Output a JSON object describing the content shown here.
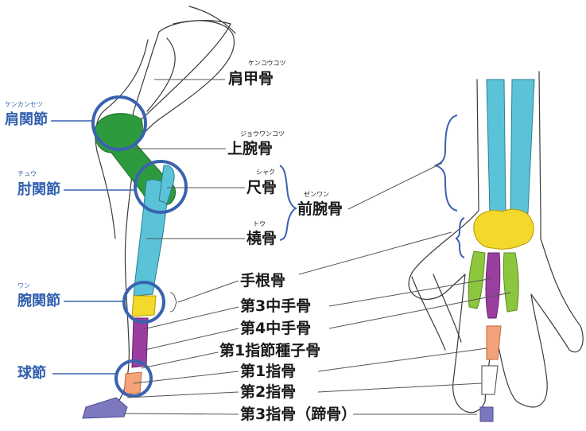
{
  "labels": {
    "scapula": {
      "text": "肩甲骨",
      "ruby": "ケンコウコツ"
    },
    "humerus": {
      "text": "上腕骨",
      "ruby": "ジョウワンコツ"
    },
    "ulna": {
      "text": "尺骨",
      "ruby": "シャク"
    },
    "radius": {
      "text": "橈骨",
      "ruby": "トウ"
    },
    "forearm": {
      "text": "前腕骨",
      "ruby": "ゼンワン"
    },
    "carpal": {
      "text": "手根骨"
    },
    "metacarpal3": {
      "text": "第3中手骨"
    },
    "metacarpal4": {
      "text": "第4中手骨"
    },
    "sesamoid": {
      "text": "第1指節種子骨"
    },
    "phalanx1": {
      "text": "第1指骨"
    },
    "phalanx2": {
      "text": "第2指骨"
    },
    "phalanx3": {
      "text": "第3指骨（蹄骨）"
    }
  },
  "joints": {
    "shoulder": {
      "text": "肩関節",
      "ruby": "ケンカンセツ"
    },
    "elbow": {
      "text": "肘関節",
      "ruby": "チュウ"
    },
    "carpus": {
      "text": "腕関節",
      "ruby": "ワン"
    },
    "fetlock": {
      "text": "球節"
    }
  },
  "colors": {
    "scapula_outline": "#444444",
    "humerus": "#2e9a3e",
    "radius_ulna": "#5bc3d8",
    "carpal": "#f2d92c",
    "metacarpal3": "#9a3fa0",
    "metacarpal4": "#8cc63f",
    "phalanx1": "#f4a27a",
    "phalanx3": "#7b78c0",
    "joint_ring": "#3a62b0",
    "joint_text": "#2f5fae"
  }
}
